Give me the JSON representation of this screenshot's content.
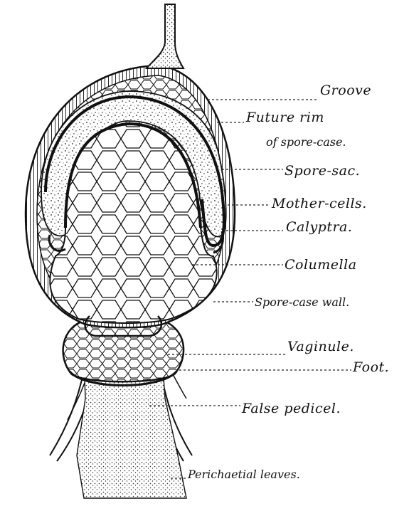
{
  "figure": {
    "labels": [
      {
        "id": "groove",
        "text": "Groove"
      },
      {
        "id": "future-rim",
        "text": "Future rim"
      },
      {
        "id": "of-spore-case",
        "text": "of spore-case."
      },
      {
        "id": "spore-sac",
        "text": "Spore-sac."
      },
      {
        "id": "mother-cells",
        "text": "Mother-cells."
      },
      {
        "id": "calyptra",
        "text": "Calyptra."
      },
      {
        "id": "columella",
        "text": "Columella"
      },
      {
        "id": "spore-case-wall",
        "text": "Spore-case wall."
      },
      {
        "id": "vaginule",
        "text": "Vaginule."
      },
      {
        "id": "foot",
        "text": "Foot."
      },
      {
        "id": "false-pedicel",
        "text": "False pedicel."
      },
      {
        "id": "perichaetial-leaves",
        "text": "Perichaetial leaves."
      }
    ]
  },
  "colors": {
    "ink": "#111111",
    "background": "#ffffff"
  }
}
